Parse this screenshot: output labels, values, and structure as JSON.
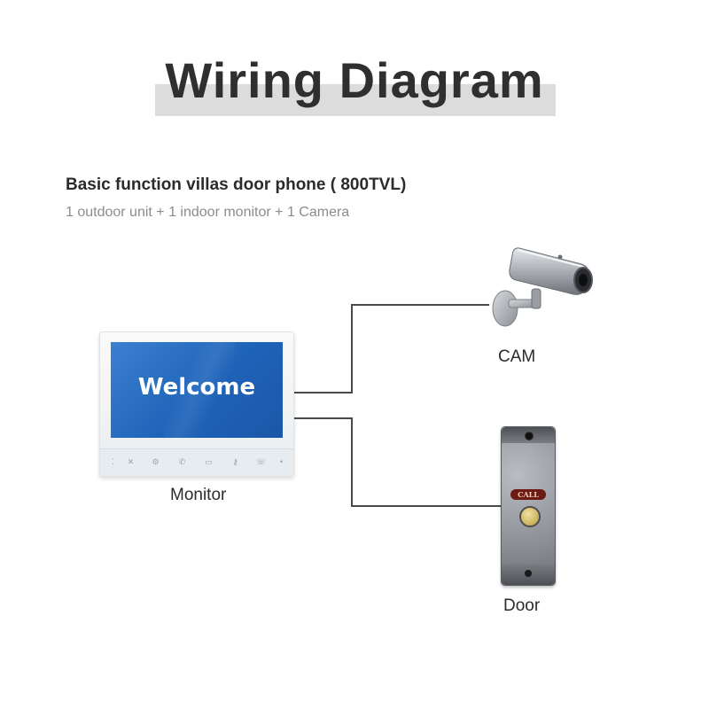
{
  "title": "Wiring Diagram",
  "subtitle": "Basic function villas door phone ( 800TVL)",
  "description": "1 outdoor unit + 1 indoor monitor + 1  Camera",
  "monitor": {
    "label": "Monitor",
    "screen_text": "Welcome"
  },
  "camera": {
    "label": "CAM"
  },
  "door": {
    "label": "Door",
    "button_text": "CALL"
  }
}
